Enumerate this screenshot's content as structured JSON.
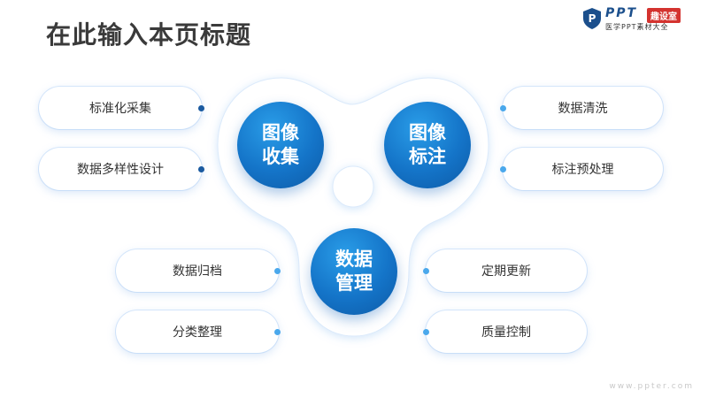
{
  "slide": {
    "title": "在此输入本页标题"
  },
  "logo": {
    "brand": "PPT",
    "tag": "趣设室",
    "subtitle": "医学PPT素材大全"
  },
  "hubs": [
    {
      "line1": "图像",
      "line2": "收集"
    },
    {
      "line1": "图像",
      "line2": "标注"
    },
    {
      "line1": "数据",
      "line2": "管理"
    }
  ],
  "items": [
    "标准化采集",
    "数据多样性设计",
    "数据清洗",
    "标注预处理",
    "数据归档",
    "分类整理",
    "定期更新",
    "质量控制"
  ],
  "watermark": "www.ppter.com",
  "colors": {
    "hub": "#1474c8",
    "dot_dark": "#1a5aa0",
    "dot_light": "#4aa8ec"
  }
}
